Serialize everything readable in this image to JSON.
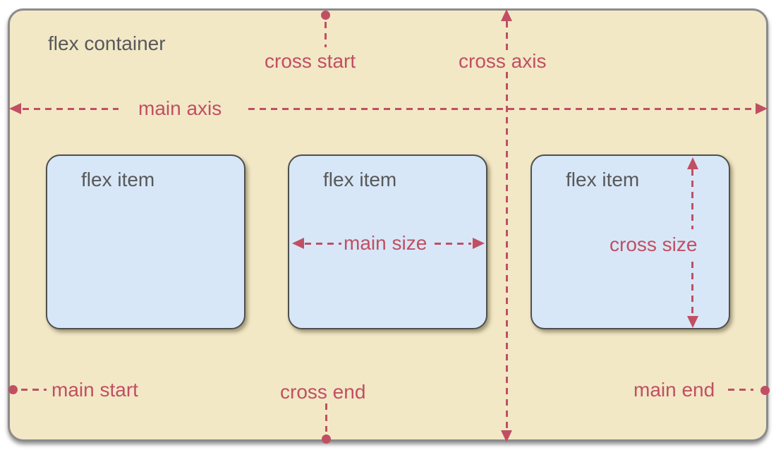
{
  "colors": {
    "accent_red": "#c14f63",
    "container_background": "#f2e8c6",
    "item_background": "#d7e7f7",
    "label_gray": "#58585a"
  },
  "container": {
    "label": "flex container"
  },
  "items": [
    {
      "label": "flex item"
    },
    {
      "label": "flex item"
    },
    {
      "label": "flex item"
    }
  ],
  "annotations": {
    "main_axis": "main axis",
    "cross_axis": "cross axis",
    "cross_start": "cross start",
    "cross_end": "cross end",
    "main_start": "main start",
    "main_end": "main end",
    "main_size": "main size",
    "cross_size": "cross size"
  }
}
